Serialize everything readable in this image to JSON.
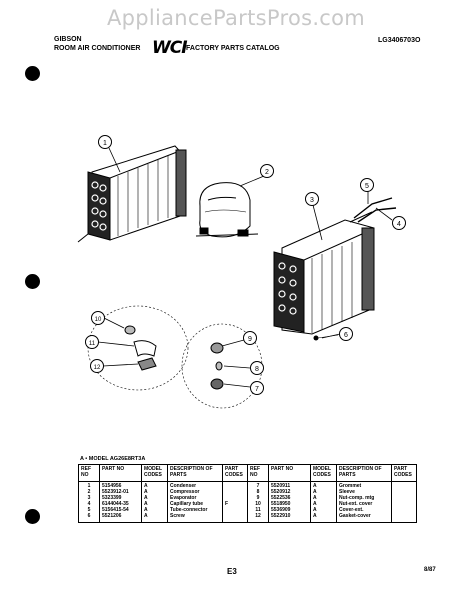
{
  "watermark": "AppliancePartsPros.com",
  "header": {
    "brand": "GIBSON",
    "product": "ROOM AIR CONDITIONER",
    "logo": "WCI",
    "catalog": "FACTORY PARTS CATALOG",
    "doc_number": "LG3406703O"
  },
  "callouts": [
    "1",
    "2",
    "3",
    "4",
    "5",
    "6",
    "7",
    "8",
    "9",
    "10",
    "11",
    "12"
  ],
  "model_line": "A • MODEL AG26E8RT3A",
  "table": {
    "headers": [
      "REF NO",
      "PART NO",
      "MODEL CODES",
      "DESCRIPTION OF PARTS",
      "PART CODES"
    ],
    "left": {
      "ref": [
        "1",
        "2",
        "3",
        "4",
        "5",
        "6"
      ],
      "part": [
        "5154956",
        "5523912-01",
        "5323399",
        "6144044-35",
        "5156415-54",
        "5521206"
      ],
      "model": [
        "A",
        "A",
        "A",
        "A",
        "A",
        "A"
      ],
      "desc": [
        "Condenser",
        "Compressor",
        "Evaporator",
        "Capillary tube",
        "Tube-connector",
        "Screw"
      ],
      "code": [
        "",
        "",
        "",
        "F",
        "",
        ""
      ]
    },
    "right": {
      "ref": [
        "7",
        "8",
        "9",
        "10",
        "11",
        "12"
      ],
      "part": [
        "5520911",
        "5520912",
        "5522536",
        "5518950",
        "5536909",
        "5522910"
      ],
      "model": [
        "A",
        "A",
        "A",
        "A",
        "A",
        "A"
      ],
      "desc": [
        "Grommet",
        "Sleeve",
        "Nut-comp. mtg",
        "Nut-ext. cover",
        "Cover-ext.",
        "Gasket-cover"
      ],
      "code": [
        "",
        "",
        "",
        "",
        "",
        ""
      ]
    }
  },
  "footer": {
    "page": "E3",
    "date": "8/87"
  }
}
